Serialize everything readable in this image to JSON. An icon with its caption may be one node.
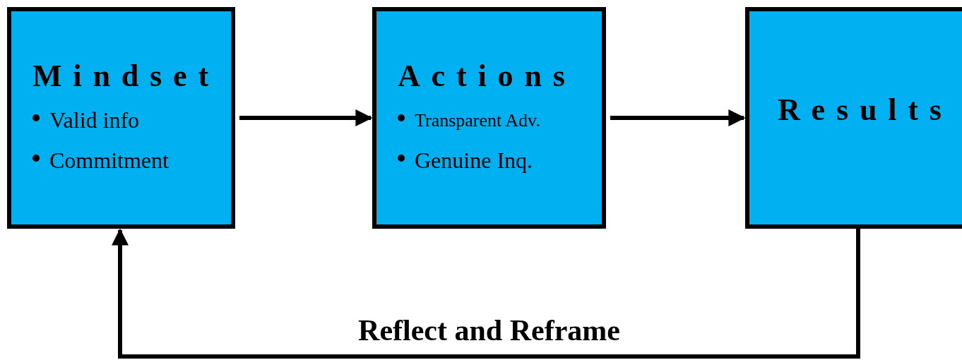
{
  "diagram": {
    "nodes": [
      {
        "text": [
          "Mindset",
          "Valid info",
          "Commitment"
        ]
      },
      {
        "text": [
          "Actions",
          "Transparent Adv.",
          "Genuine Inq."
        ]
      },
      {
        "text": [
          "Results"
        ]
      }
    ],
    "edges": [
      {
        "from": 0,
        "to": 1,
        "arrow": "to"
      },
      {
        "from": 1,
        "to": 2,
        "arrow": "to"
      },
      {
        "from": 2,
        "to": 0,
        "arrow": "to",
        "label": "Reflect and Reframe"
      }
    ]
  }
}
